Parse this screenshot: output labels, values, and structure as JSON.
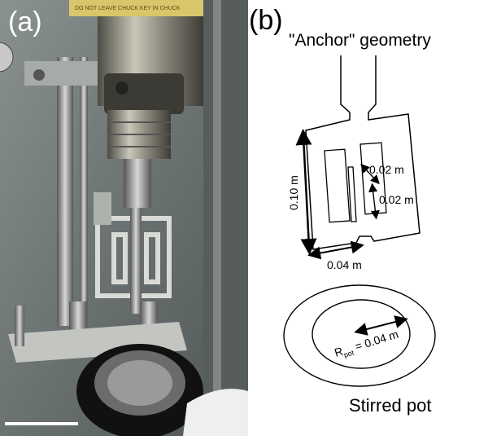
{
  "panel_a": {
    "label": "(a)"
  },
  "panel_b": {
    "label": "(b)",
    "title": "\"Anchor\" geometry",
    "dims": {
      "height": "0.10 m",
      "width": "0.04 m",
      "slot_a": "0.02 m",
      "slot_b": "0.02 m"
    },
    "pot": {
      "radius_symbol": "R",
      "radius_subscript": "pot",
      "radius_value": " = 0.04 m",
      "label": "Stirred pot"
    }
  },
  "photo_text": {
    "chuck_key": "DO NOT LEAVE CHUCK KEY IN CHUCK"
  },
  "colors": {
    "photo_bg": "#6d7373",
    "ink": "#000000",
    "scale_bar": "#ffffff"
  }
}
